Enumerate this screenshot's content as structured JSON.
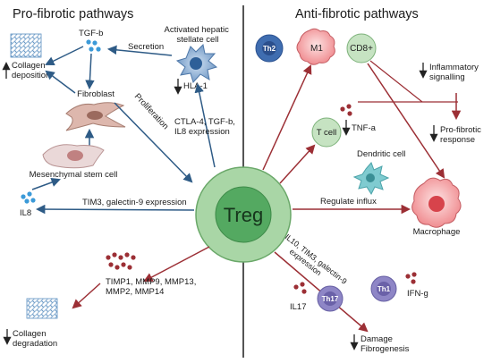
{
  "left_panel": {
    "title": "Pro-fibrotic pathways",
    "labels": {
      "tgfb": "TGF-b",
      "collagen_deposition": "Collagen\ndeposition",
      "fibroblast": "Fibroblast",
      "mesenchymal": "Mesenchymal stem cell",
      "il8": "IL8",
      "activated_hsc": "Activated hepatic\nstellate cell",
      "secretion": "Secretion",
      "hla1": "HLA-1",
      "proliferation": "Proliferation",
      "ctla4": "CTLA-4, TGF-b,\nIL8 expression",
      "tim3_gal9": "TIM3, galectin-9 expression",
      "timp_mmp": "TIMP1, MMP9, MMP13,\nMMP2, MMP14",
      "collagen_degradation": "Collagen\ndegradation"
    }
  },
  "right_panel": {
    "title": "Anti-fibrotic pathways",
    "labels": {
      "th2": "Th2",
      "m1": "M1",
      "cd8": "CD8+",
      "inflammatory": "Inflammatory\nsignalling",
      "pro_fibrotic_response": "Pro-fibrotic\nresponse",
      "tcell": "T cell",
      "tnfa": "TNF-a",
      "dendritic": "Dendritic cell",
      "regulate_influx": "Regulate influx",
      "macrophage": "Macrophage",
      "il10": "IL10, TIM3, galectin-9\nexpression",
      "il17": "IL17",
      "th17": "Th17",
      "th1": "Th1",
      "ifng": "IFN-g",
      "damage": "Damage\nFibrogenesis"
    }
  },
  "center": {
    "treg": "Treg"
  },
  "colors": {
    "pro_arrow": "#2e5b86",
    "anti_arrow": "#9c2f35",
    "treg_outer": "#a9d6a6",
    "treg_inner": "#54a961",
    "divider": "#2a2a2a"
  }
}
